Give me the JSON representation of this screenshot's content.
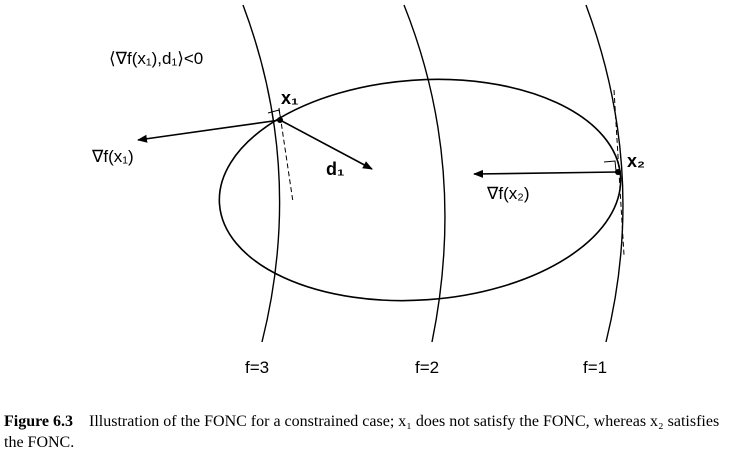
{
  "diagram": {
    "constraint_label": "⟨∇f(x₁),d₁⟩<0",
    "x1_label": "x₁",
    "x2_label": "x₂",
    "grad_x1_label": "∇f(x₁)",
    "d1_label": "d₁",
    "grad_x2_label": "∇f(x₂)",
    "level_sets": [
      "f=3",
      "f=2",
      "f=1"
    ]
  },
  "caption": {
    "label": "Figure 6.3",
    "text": "Illustration of the FONC for a constrained case; x₁ does not satisfy the FONC, whereas x₂ satisfies the FONC."
  }
}
